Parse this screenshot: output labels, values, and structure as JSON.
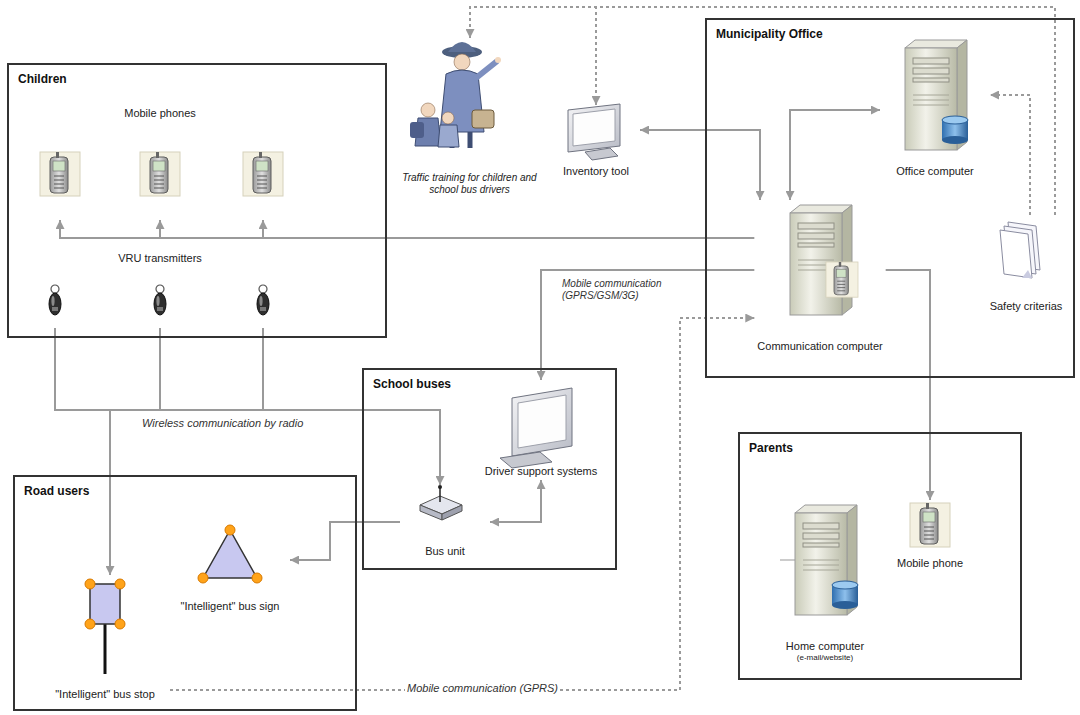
{
  "diagram": {
    "nodes": [
      {
        "text": [
          "Children"
        ]
      },
      {
        "text": [
          "Mobile phones"
        ],
        "in": 0
      },
      {
        "text": [
          "VRU transmitters"
        ],
        "in": 0
      },
      {
        "text": [
          "Traffic training for children and school bus drivers"
        ]
      },
      {
        "text": [
          "Inventory tool"
        ]
      },
      {
        "text": [
          "Municipality Office"
        ]
      },
      {
        "text": [
          "Office computer"
        ],
        "in": 5
      },
      {
        "text": [
          "Communication computer"
        ],
        "in": 5
      },
      {
        "text": [
          "Safety criterias"
        ],
        "in": 5
      },
      {
        "text": [
          "School buses"
        ]
      },
      {
        "text": [
          "Driver support systems"
        ],
        "in": 9
      },
      {
        "text": [
          "Bus unit"
        ],
        "in": 9
      },
      {
        "text": [
          "Road users"
        ]
      },
      {
        "text": [
          "\"Intelligent\" bus stop"
        ],
        "in": 12
      },
      {
        "text": [
          "\"Intelligent\" bus sign"
        ],
        "in": 12
      },
      {
        "text": [
          "Parents"
        ]
      },
      {
        "text": [
          "Home computer",
          "(e-mail/website)"
        ],
        "in": 15
      },
      {
        "text": [
          "Mobile phone"
        ],
        "in": 15
      }
    ],
    "edges": [
      {
        "from": 7,
        "to": 1,
        "arrow": "to"
      },
      {
        "from": 4,
        "to": 7,
        "arrow": "both"
      },
      {
        "from": 6,
        "to": 7,
        "arrow": "both"
      },
      {
        "from": 8,
        "to": 6,
        "arrow": "to"
      },
      {
        "from": 8,
        "to": 3,
        "arrow": "to"
      },
      {
        "from": 8,
        "to": 4,
        "arrow": "to"
      },
      {
        "from": 7,
        "to": 10,
        "label": "Mobile communication (GPRS/GSM/3G)",
        "arrow": "to"
      },
      {
        "from": 7,
        "to": 17,
        "arrow": "to"
      },
      {
        "from": 2,
        "to": 11,
        "label": "Wireless communication by radio",
        "arrow": "to"
      },
      {
        "from": 2,
        "to": 13,
        "arrow": "to"
      },
      {
        "from": 11,
        "to": 10,
        "arrow": "both"
      },
      {
        "from": 11,
        "to": 14,
        "arrow": "to"
      },
      {
        "from": 13,
        "to": 7,
        "label": "Mobile communication (GPRS)",
        "arrow": "to"
      }
    ]
  }
}
